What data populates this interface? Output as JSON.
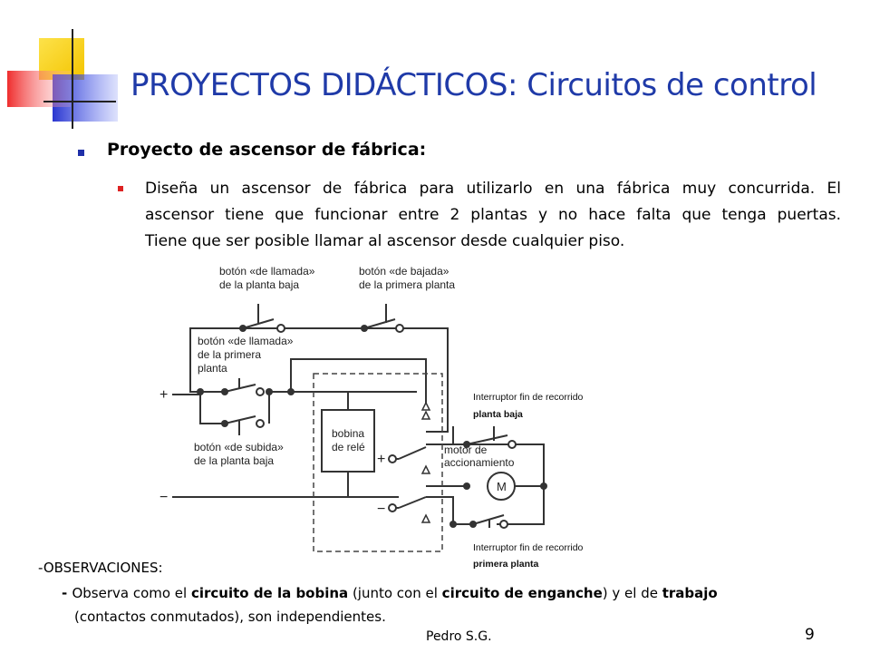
{
  "title": "PROYECTOS DIDÁCTICOS: Circuitos de control",
  "heading": "Proyecto de ascensor de fábrica:",
  "paragraph_lines": [
    "Diseña un ascensor de fábrica para utilizarlo en una fábrica muy concurrida. El",
    "ascensor tiene que funcionar entre 2 plantas y no hace falta que tenga puertas.",
    "Tiene que ser posible llamar al ascensor desde cualquier piso."
  ],
  "diagram": {
    "btn_llamada_pb": [
      "botón «de llamada»",
      "de la planta baja"
    ],
    "btn_bajada_pp": [
      "botón «de bajada»",
      "de la primera planta"
    ],
    "btn_llamada_pp": [
      "botón «de llamada»",
      "de la primera",
      "planta"
    ],
    "btn_subida_pb": [
      "botón «de subida»",
      "de la planta baja"
    ],
    "bobina": [
      "bobina",
      "de relé"
    ],
    "motor": [
      "motor de",
      "accionamiento"
    ],
    "motor_symbol": "M",
    "plus": "+",
    "minus": "−",
    "int_pb": [
      "Interruptor fin de recorrido",
      "planta baja"
    ],
    "int_pp": [
      "Interruptor fin de recorrido",
      "primera planta"
    ]
  },
  "observaciones": {
    "title": "-OBSERVACIONES:",
    "line1": [
      {
        "t": "- ",
        "b": true
      },
      {
        "t": "Observa como el ",
        "b": false
      },
      {
        "t": "circuito de la bobina",
        "b": true
      },
      {
        "t": " (junto con el ",
        "b": false
      },
      {
        "t": "circuito de enganche",
        "b": true
      },
      {
        "t": ") y el de ",
        "b": false
      },
      {
        "t": "trabajo",
        "b": true
      }
    ],
    "line2": "(contactos conmutados), son independientes."
  },
  "footer": "Pedro S.G.",
  "page_number": "9",
  "colors": {
    "title": "#1f3aa8",
    "bullet": "#1f2fa8",
    "deco_yellow": "#f7d21c",
    "deco_blue": "#3344d6",
    "deco_red": "#ee4b4b"
  }
}
